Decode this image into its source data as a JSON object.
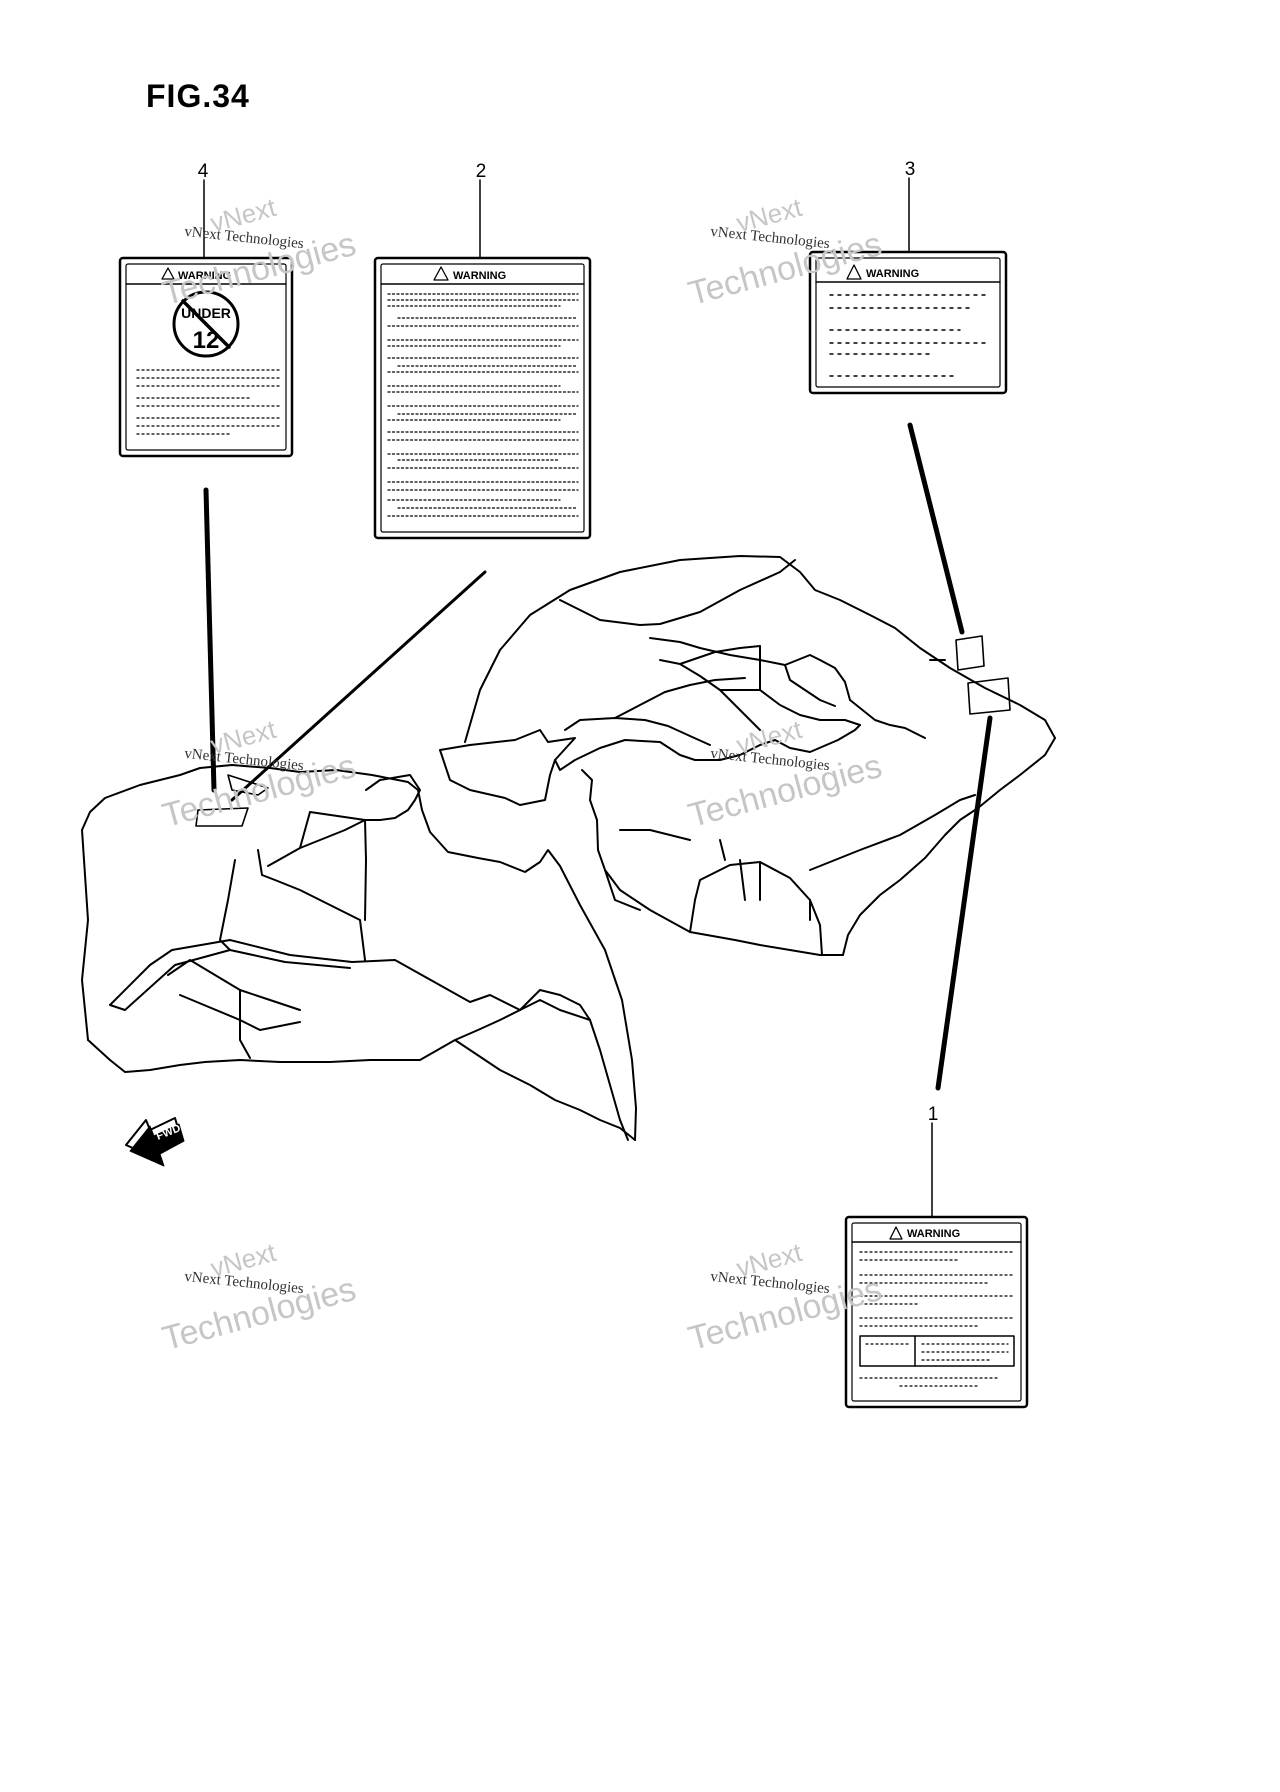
{
  "figure": {
    "title": "FIG.34"
  },
  "callouts": [
    {
      "id": "1",
      "text": "1"
    },
    {
      "id": "2",
      "text": "2"
    },
    {
      "id": "3",
      "text": "3"
    },
    {
      "id": "4",
      "text": "4"
    }
  ],
  "labels": {
    "label_1": {
      "heading": "WARNING"
    },
    "label_2": {
      "heading": "WARNING"
    },
    "label_3": {
      "heading": "WARNING"
    },
    "label_4": {
      "heading": "WARNING",
      "badge_top": "UNDER",
      "badge_num": "12"
    }
  },
  "direction": {
    "text": "FWD"
  },
  "watermark": {
    "line1": "vNext",
    "line2": "vNext Technologies",
    "line3": "Technologies"
  }
}
